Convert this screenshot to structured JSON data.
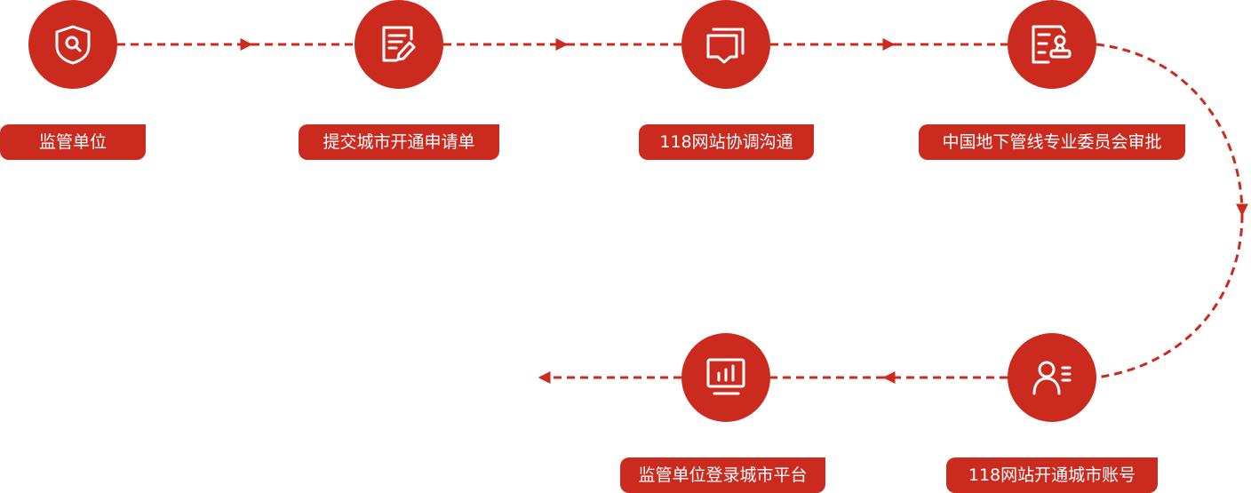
{
  "colors": {
    "accent": "#cb2a1f"
  },
  "steps": [
    {
      "label": "监管单位",
      "icon": "shield-search-icon"
    },
    {
      "label": "提交城市开通申请单",
      "icon": "document-edit-icon"
    },
    {
      "label": "118网站协调沟通",
      "icon": "chat-icon"
    },
    {
      "label": "中国地下管线专业委员会审批",
      "icon": "approval-stamp-icon"
    },
    {
      "label": "118网站开通城市账号",
      "icon": "user-account-icon"
    },
    {
      "label": "监管单位登录城市平台",
      "icon": "monitor-chart-icon"
    }
  ]
}
